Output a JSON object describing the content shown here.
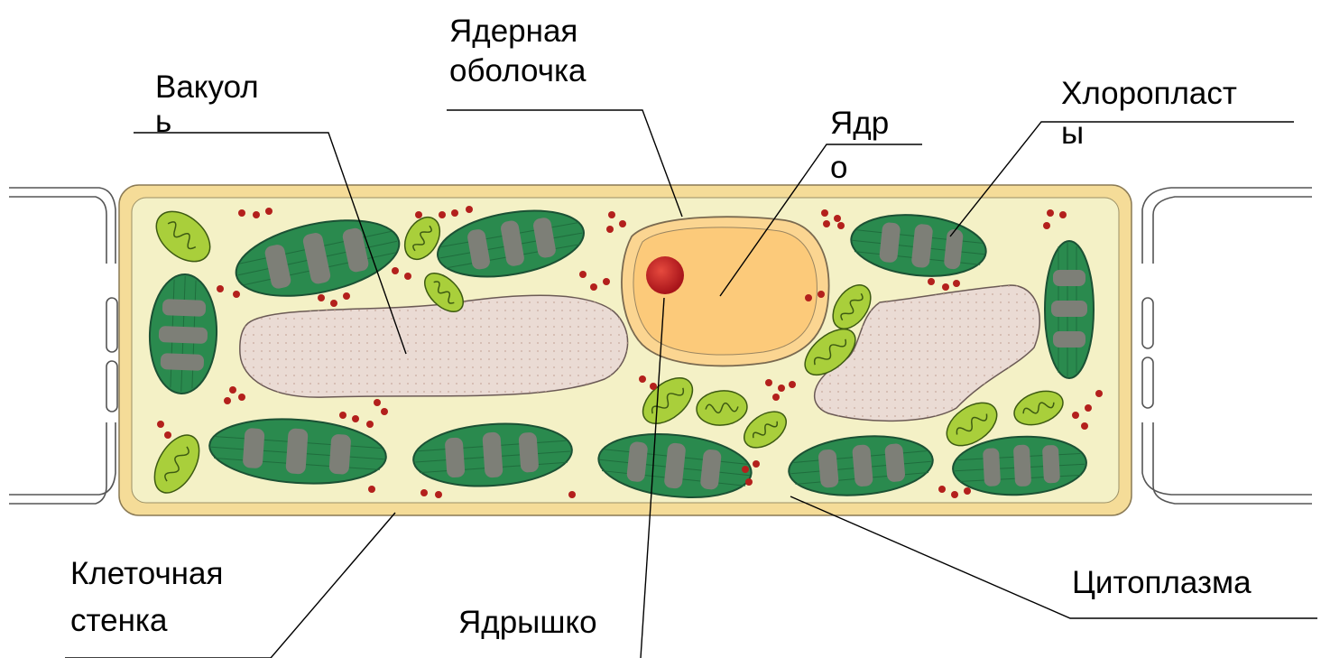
{
  "diagram": {
    "labels": {
      "vacuole": {
        "line1": "Вакуол",
        "line2": "ь"
      },
      "nuclear_envelope": {
        "line1": "Ядерная",
        "line2": "оболочка"
      },
      "nucleus": {
        "line1": "Ядр",
        "line2": "о"
      },
      "chloroplasts": {
        "line1": "Хлоропласт",
        "line2": "ы"
      },
      "cell_wall": {
        "line1": "Клеточная",
        "line2": "стенка"
      },
      "nucleolus": {
        "line1": "Ядрышко"
      },
      "cytoplasm": {
        "line1": "Цитоплазма"
      }
    },
    "colors": {
      "cell_wall": "#f5dc98",
      "cytoplasm": "#f4f1c6",
      "vacuole": "#eadbd4",
      "nucleus": "#fcd089",
      "nucleolus": "#c41e1e",
      "chloroplast": "#2a8a4e",
      "grana": "#7d7f77",
      "mitochondrion": "#a9cf3b",
      "granules": "#b3201c"
    }
  }
}
